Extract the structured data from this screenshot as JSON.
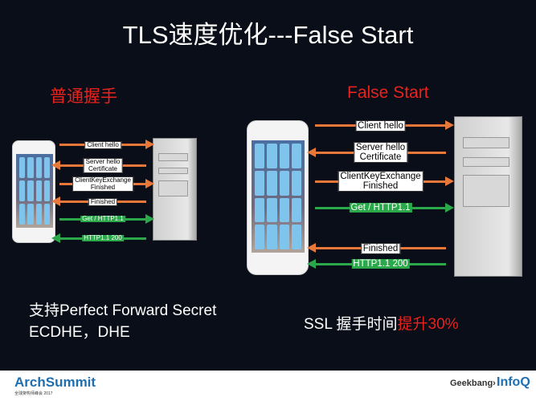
{
  "slide": {
    "title": "TLS速度优化---False Start"
  },
  "left": {
    "heading": "普通握手",
    "messages": [
      {
        "label": "Client hello",
        "direction": "right",
        "color": "#e8773a"
      },
      {
        "label": "Server hello\nCertificate",
        "direction": "left",
        "color": "#e8773a"
      },
      {
        "label": "ClientKeyExchange\nFinished",
        "direction": "right",
        "color": "#e8773a"
      },
      {
        "label": "Finished",
        "direction": "left",
        "color": "#e8773a"
      },
      {
        "label": "Get / HTTP1.1",
        "direction": "right",
        "color": "#2aa84a"
      },
      {
        "label": "HTTP1.1 200",
        "direction": "left",
        "color": "#2aa84a"
      }
    ],
    "note_line1": "支持Perfect Forward Secret",
    "note_line2": "ECDHE，DHE"
  },
  "right": {
    "heading": "False Start",
    "messages": [
      {
        "label": "Client hello",
        "direction": "right",
        "color": "#e8773a"
      },
      {
        "label": "Server hello\nCertificate",
        "direction": "left",
        "color": "#e8773a"
      },
      {
        "label": "ClientKeyExchange\nFinished",
        "direction": "right",
        "color": "#e8773a"
      },
      {
        "label": "Get / HTTP1.1",
        "direction": "right",
        "color": "#2aa84a"
      },
      {
        "label": "Finished",
        "direction": "left",
        "color": "#e8773a"
      },
      {
        "label": "HTTP1.1 200",
        "direction": "left",
        "color": "#2aa84a"
      }
    ],
    "note_prefix": "SSL 握手时间",
    "note_highlight": "提升30%"
  },
  "footer": {
    "left_logo": "ArchSummit",
    "left_logo_sub": "全球架构师峰会 2017",
    "right_logo_1": "Geekbang›",
    "right_logo_2": "InfoQ"
  },
  "colors": {
    "background": "#0a0e18",
    "highlight": "#e8231e",
    "tls_arrow": "#e8773a",
    "http_arrow": "#2aa84a"
  }
}
